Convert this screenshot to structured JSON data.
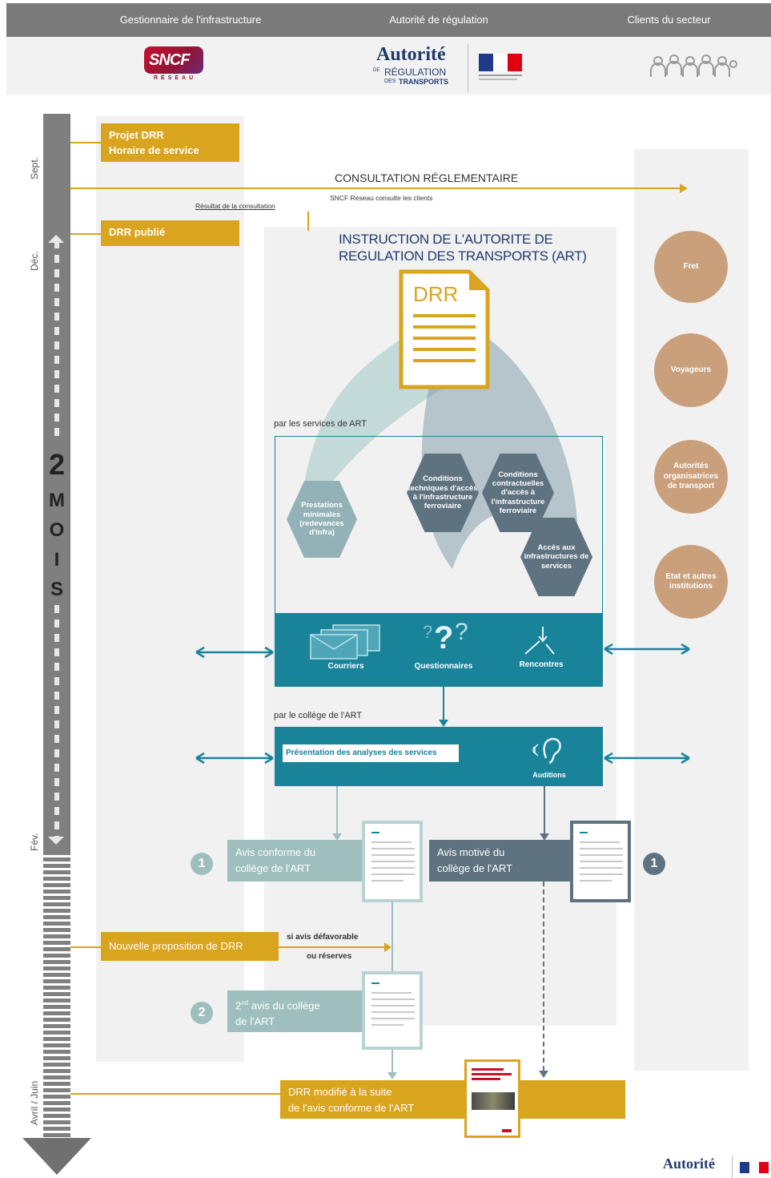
{
  "header": {
    "col1": "Gestionnaire de l'infrastructure",
    "col2": "Autorité de régulation",
    "col3": "Clients du secteur"
  },
  "logos": {
    "sncf_main": "SNCF",
    "sncf_sub": "RÉSEAU",
    "art_word": "Autorité",
    "art_de": "DE",
    "art_reg": "RÉGULATION",
    "art_des": "DES",
    "art_transports": "TRANSPORTS",
    "footer_art": "Autorité"
  },
  "timeline": {
    "sept": "Sept.",
    "dec": "Déc.",
    "fev": "Fév.",
    "avril": "Avril / Juin",
    "duration_number": "2",
    "duration_letters": [
      "M",
      "O",
      "I",
      "S"
    ]
  },
  "gestionnaire": {
    "projet_line1": "Projet DRR",
    "projet_line2": "Horaire de service",
    "drr_publie": "DRR publié",
    "nouvelle_proposition": "Nouvelle proposition de DRR"
  },
  "consultation": {
    "title": "CONSULTATION RÉGLEMENTAIRE",
    "subtitle": "SNCF Réseau consulte les clients",
    "resultat": "Résultat de la consultation"
  },
  "instruction": {
    "title_line1": "INSTRUCTION DE L'AUTORITE DE",
    "title_line2": "REGULATION DES TRANSPORTS (ART)",
    "doc_label": "DRR",
    "services_label": "par les services de ART",
    "college_label": "par le collège de l'ART",
    "hex_prestations": "Prestations minimales (redevances d'infra)",
    "hex_techniques": "Conditions techniques d'accès à l'infrastructure ferroviaire",
    "hex_contractuelles": "Conditions contractuelles d'accès à l'infrastructure ferroviaire",
    "hex_acces": "Accès aux infrastructures de services",
    "courriers": "Courriers",
    "questionnaires": "Questionnaires",
    "rencontres": "Rencontres",
    "presentation": "Présentation des analyses des services",
    "auditions": "Auditions"
  },
  "avis": {
    "conforme_line1": "Avis conforme du",
    "conforme_line2": "collège de l'ART",
    "motive_line1": "Avis motivé du",
    "motive_line2": "collège de l'ART",
    "num1": "1",
    "num2": "2",
    "si_avis_line1": "si avis défavorable",
    "si_avis_line2": "ou réserves",
    "second_line1_num": "2",
    "second_line1_sup": "nd",
    "second_line1_rest": " avis du collège",
    "second_line2": "de l'ART",
    "final_line1": "DRR modifié à la suite",
    "final_line2": "de l'avis conforme de l'ART"
  },
  "clients": {
    "fret": "Fret",
    "voyageurs": "Voyageurs",
    "autorites": "Autorités organisatrices de transport",
    "etat": "Etat et autres institutions"
  },
  "colors": {
    "gold": "#d9a41e",
    "teal": "#19839a",
    "client": "#c9a07b",
    "sncf_red": "#c8102e",
    "art_blue": "#1f3a6d",
    "slate": "#5f7280",
    "sage": "#9fbfbf"
  }
}
